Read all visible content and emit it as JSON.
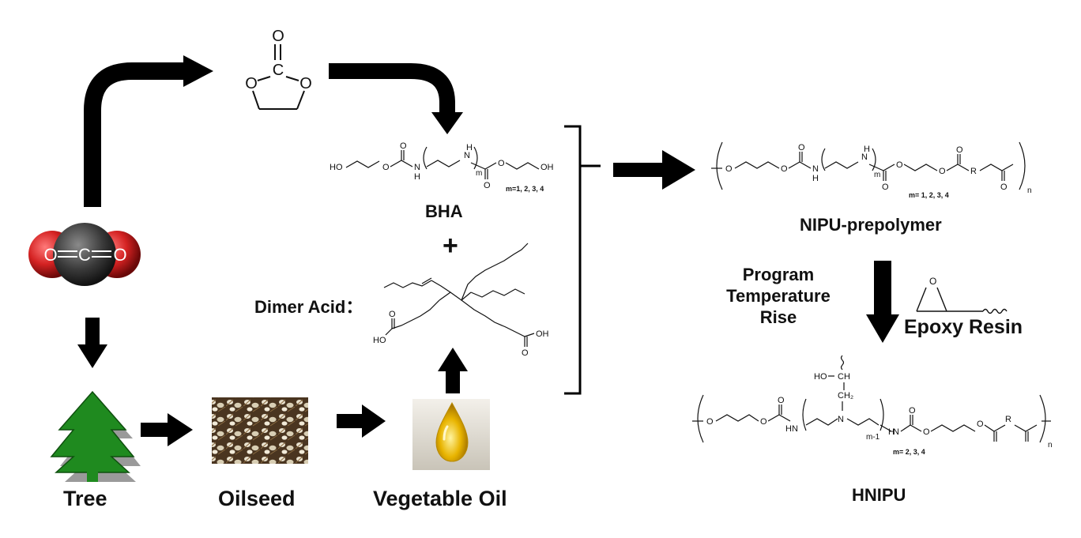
{
  "source_chain": {
    "tree_label": "Tree",
    "oilseed_label": "Oilseed",
    "vegetable_oil_label": "Vegetable Oil"
  },
  "co2_molecule": {
    "left": "O",
    "center": "C",
    "right": "O"
  },
  "ethylene_carbonate": {
    "atoms": [
      "O",
      "C",
      "O",
      "O"
    ]
  },
  "bha": {
    "label": "BHA",
    "end_left": "HO",
    "end_right": "OH",
    "nh_atoms": [
      "N",
      "N"
    ],
    "h_atoms": [
      "H",
      "H"
    ],
    "o_atoms": [
      "O",
      "O",
      "O",
      "O"
    ],
    "subscript": "m",
    "m_values": "m=1, 2, 3, 4"
  },
  "plus_sign": "+",
  "dimer_acid": {
    "label": "Dimer Acid：",
    "acid_left": "HO",
    "acid_right": "OH",
    "o_atoms": [
      "O",
      "O"
    ]
  },
  "nipu_prepolymer": {
    "label": "NIPU-prepolymer",
    "o_atoms": [
      "O",
      "O",
      "O",
      "O",
      "O",
      "O",
      "O",
      "O"
    ],
    "nh_atoms": [
      "N",
      "N"
    ],
    "h_atoms": [
      "H",
      "H"
    ],
    "subscript_m": "m",
    "group_r": "R",
    "subscript_n": "n",
    "m_values": "m= 1, 2, 3, 4"
  },
  "process_label": [
    "Program",
    "Temperature",
    "Rise"
  ],
  "epoxy_resin": {
    "label": "Epoxy Resin",
    "o_atom": "O"
  },
  "hnipu": {
    "label": "HNIPU",
    "ho": "HO",
    "ch": "CH",
    "ch2": "CH₂",
    "n_center": "N",
    "n_atom": "N",
    "h_atoms": [
      "H",
      "H"
    ],
    "o_atoms": [
      "O",
      "O",
      "O",
      "O",
      "O",
      "O"
    ],
    "subscript_m1": "m-1",
    "group_r": "R",
    "subscript_n": "n",
    "m_values": "m= 2, 3, 4"
  },
  "colors": {
    "arrow": "#000000",
    "tree_green": "#1f8a1f",
    "tree_shadow": "#9a9a9a",
    "oxygen_red": "#d42222",
    "carbon_dark": "#3a3a3a",
    "oil_gold": "#e8b400",
    "seed_brown": "#6b4a2b"
  }
}
